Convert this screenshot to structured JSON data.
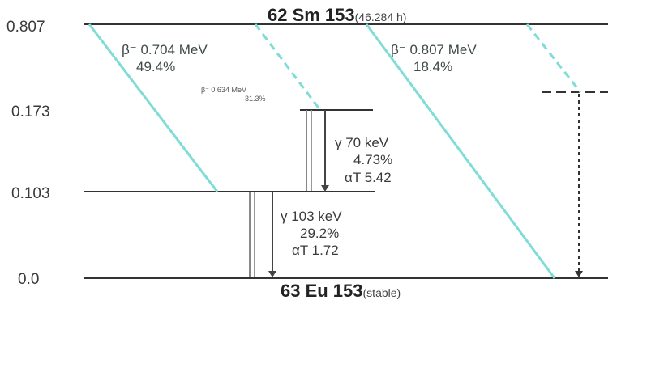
{
  "parent": {
    "main": "62 Sm 153",
    "sub": "(46.284 h)"
  },
  "daughter": {
    "main": "63 Eu 153",
    "sub": "(stable)"
  },
  "levels": [
    {
      "label": "0.807"
    },
    {
      "label": "0.173"
    },
    {
      "label": "0.103"
    },
    {
      "label": "0.0"
    }
  ],
  "beta_transitions": [
    {
      "line1": "β⁻ 0.704 MeV",
      "line2": "49.4%"
    },
    {
      "line1": "β⁻ 0.634 MeV",
      "line2": "31.3%"
    },
    {
      "line1": "β⁻ 0.807 MeV",
      "line2": "18.4%"
    }
  ],
  "gamma_transitions": [
    {
      "line1": "γ 70 keV",
      "line2": "4.73%",
      "line3": "αT 5.42"
    },
    {
      "line1": "γ 103 keV",
      "line2": "29.2%",
      "line3": "αT 1.72"
    }
  ],
  "colors": {
    "beta": "#7fdcd6",
    "level": "#333333",
    "gamma": "#555555"
  }
}
